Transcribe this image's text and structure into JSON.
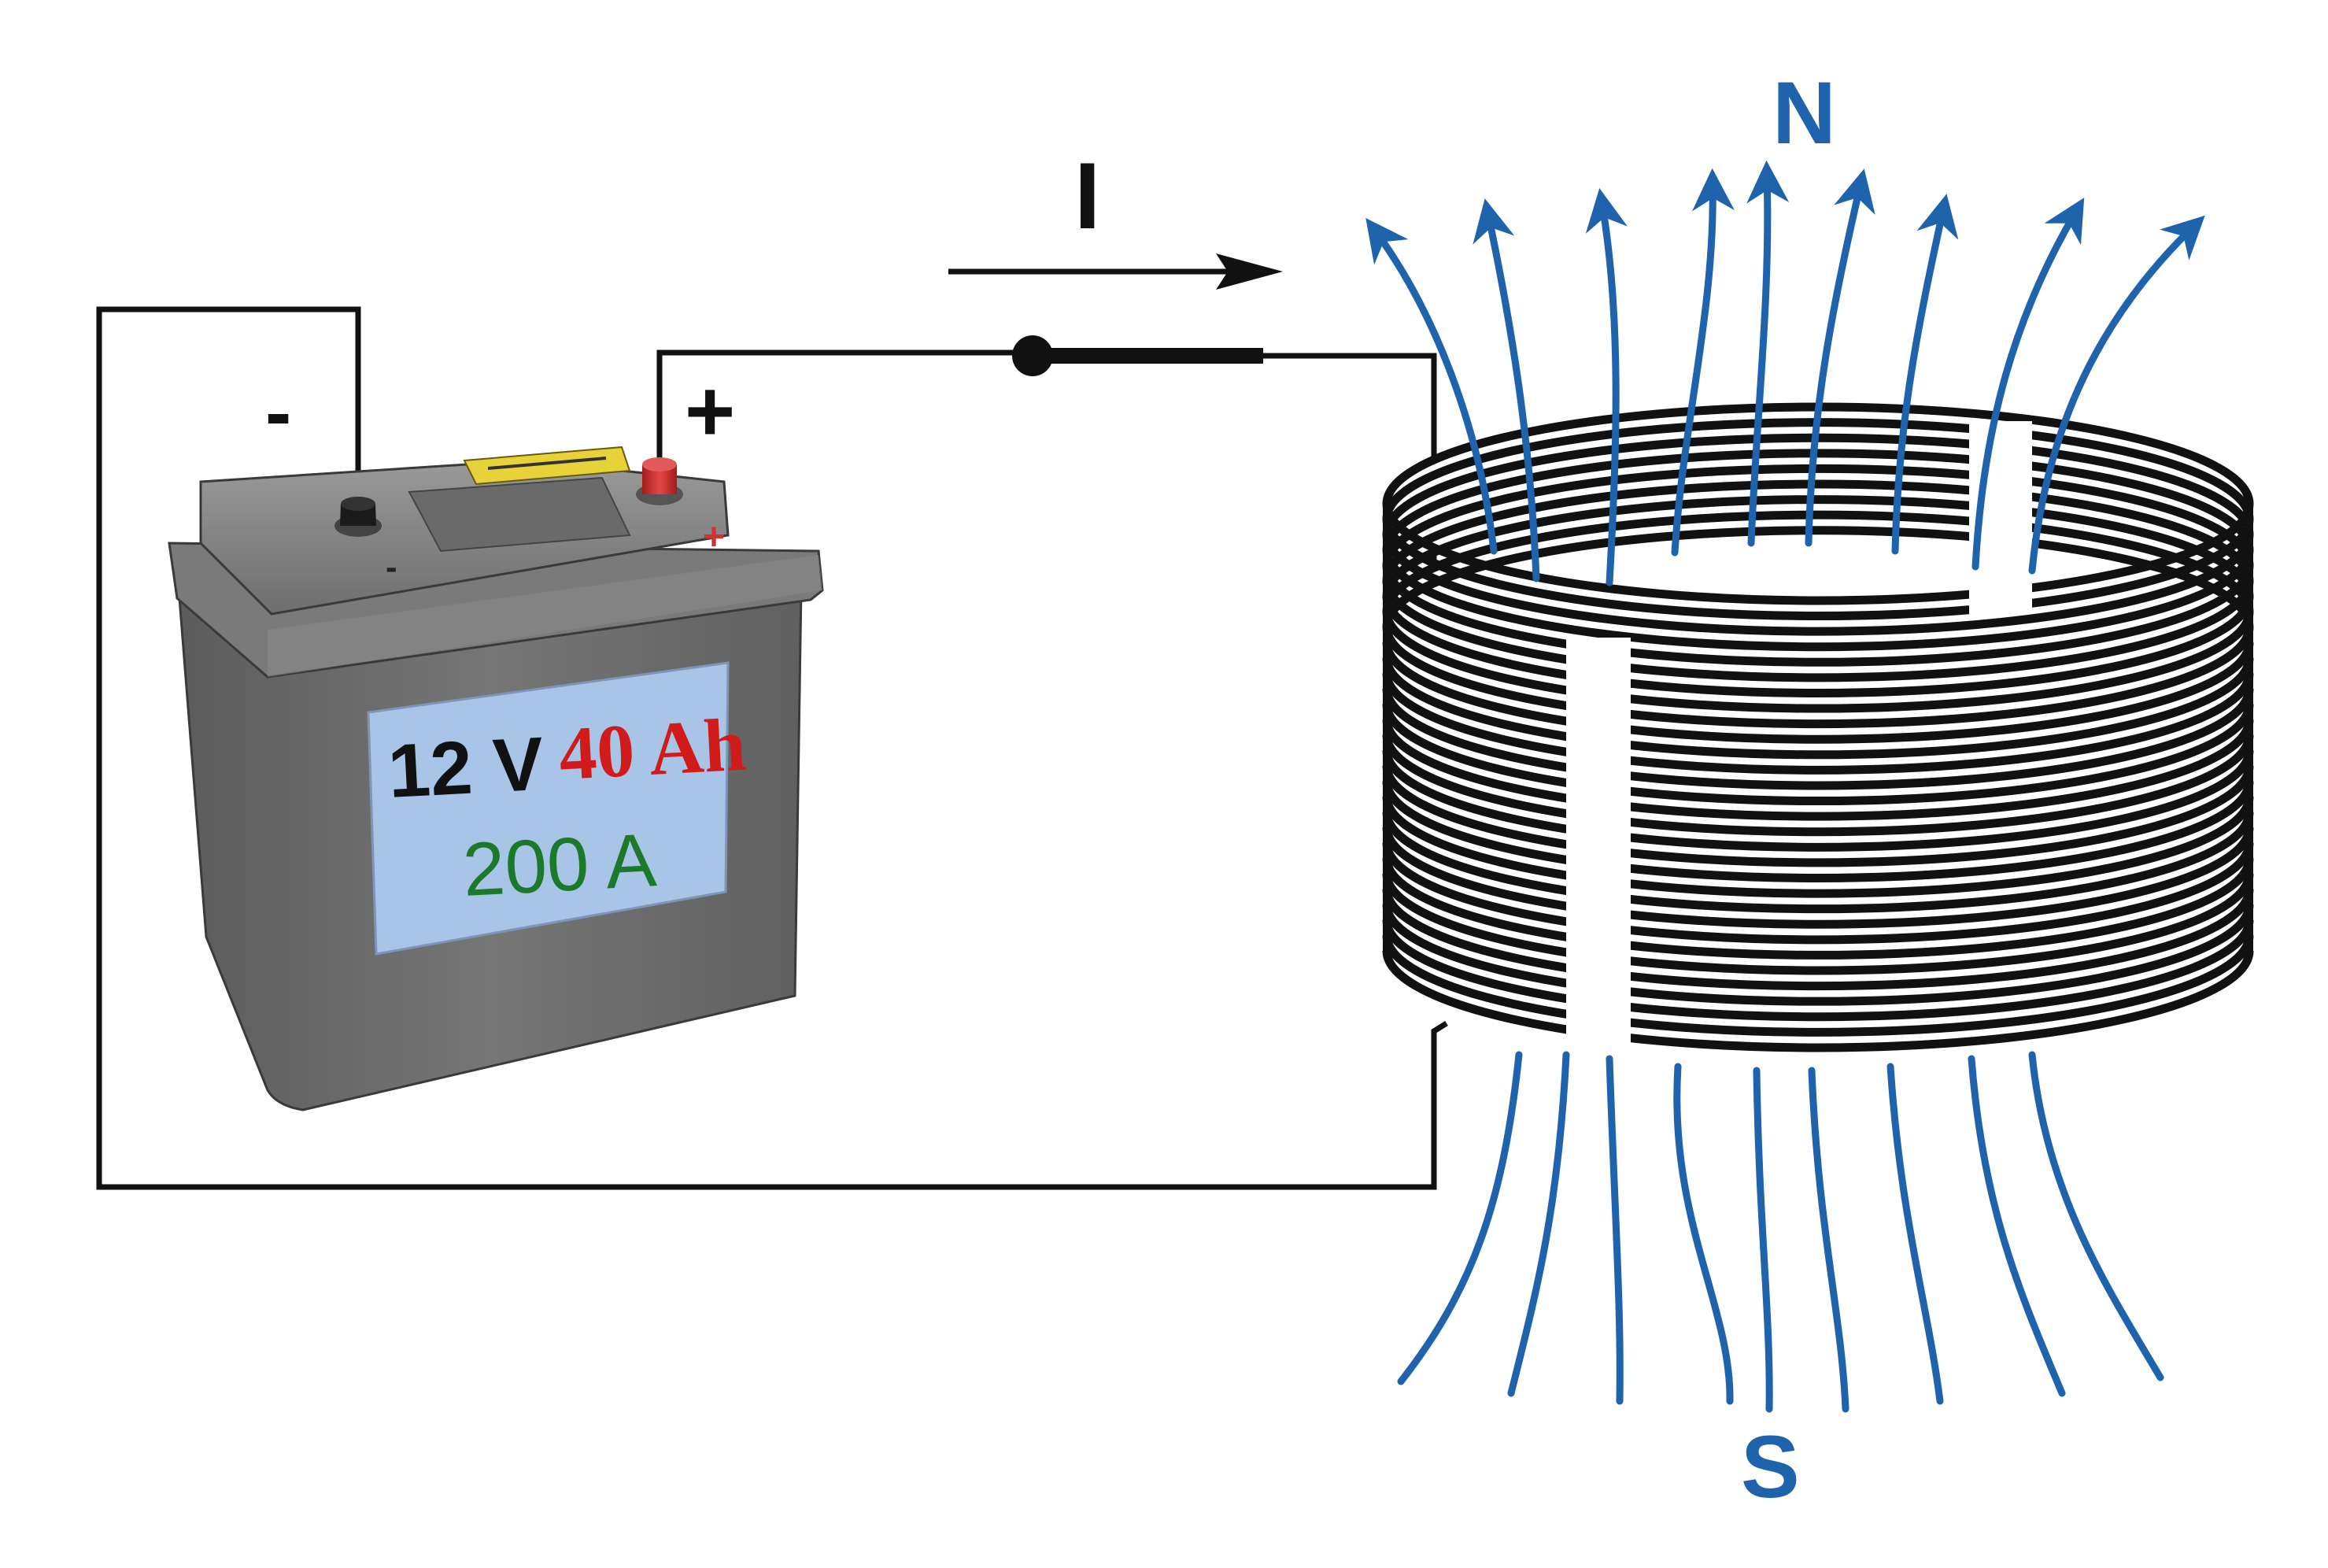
{
  "current": {
    "label": "I"
  },
  "battery": {
    "neg_terminal_label": "-",
    "pos_terminal_label": "+",
    "case_neg_mark": "-",
    "case_pos_mark": "+",
    "voltage": "12 V",
    "capacity": "40 Ah",
    "current_rating": "200 A"
  },
  "poles": {
    "north": "N",
    "south": "S"
  },
  "colors": {
    "wire": "#111111",
    "field_line": "#1f63ad",
    "battery_body": "#707070",
    "battery_top": "#8a8a8a",
    "label_panel": "#a8c4e6",
    "capacity_text": "#d11a1a",
    "rating_text": "#1a7a2a",
    "plus_terminal": "#d43030",
    "pole_text": "#1f63ad"
  },
  "icons": {
    "battery": "car-battery-icon",
    "coil": "solenoid-coil",
    "arrow": "current-direction-arrow"
  }
}
